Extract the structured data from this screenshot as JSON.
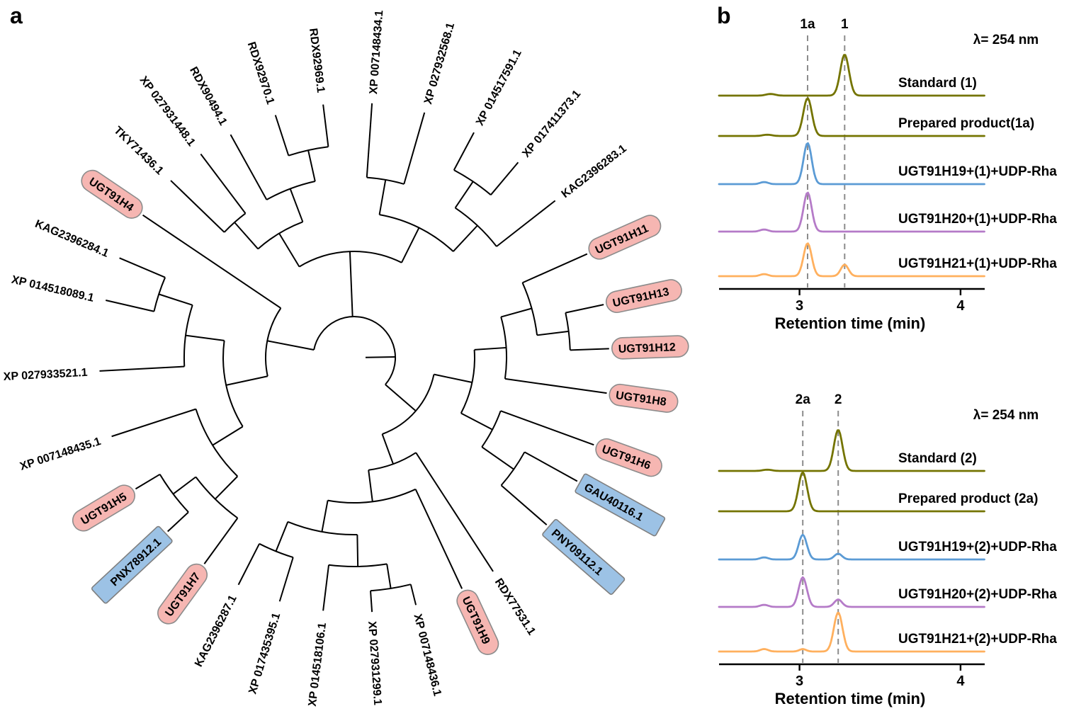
{
  "figure": {
    "panel_a_label": "a",
    "panel_b_label": "b"
  },
  "tree": {
    "highlight_styles": {
      "pink": {
        "fill": "#F6B6B2",
        "stroke": "#8C8C8C"
      },
      "blue": {
        "fill": "#9CC2E5",
        "stroke": "#7F7F7F"
      }
    },
    "leaves": [
      {
        "label": "UGT91H7",
        "angle": 126,
        "highlight": "pink"
      },
      {
        "label": "PNX78912.1",
        "angle": 137,
        "highlight": "blue"
      },
      {
        "label": "UGT91H5",
        "angle": 149,
        "highlight": "pink"
      },
      {
        "label": "XP 007148435.1",
        "angle": 162,
        "highlight": "none"
      },
      {
        "label": "XP 027933521.1",
        "angle": 177,
        "highlight": "none"
      },
      {
        "label": "XP 014518089.1",
        "angle": 193,
        "highlight": "none"
      },
      {
        "label": "KAG2396284.1",
        "angle": 203,
        "highlight": "none"
      },
      {
        "label": "UGT91H4",
        "angle": 214,
        "highlight": "pink"
      },
      {
        "label": "TKY71436.1",
        "angle": 224,
        "highlight": "none"
      },
      {
        "label": "XP 027931448.1",
        "angle": 233,
        "highlight": "none"
      },
      {
        "label": "RDX90494.1",
        "angle": 241,
        "highlight": "none"
      },
      {
        "label": "RDX92970.1",
        "angle": 252,
        "highlight": "none"
      },
      {
        "label": "RDX92969.1",
        "angle": 263,
        "highlight": "none"
      },
      {
        "label": "XP 007148434.1",
        "angle": 274,
        "highlight": "none"
      },
      {
        "label": "XP 027932568.1",
        "angle": 286,
        "highlight": "none"
      },
      {
        "label": "XP 014517591.1",
        "angle": 298,
        "highlight": "none"
      },
      {
        "label": "XP 017411373.1",
        "angle": 310,
        "highlight": "none"
      },
      {
        "label": "KAG2396283.1",
        "angle": 322,
        "highlight": "none"
      },
      {
        "label": "UGT91H11",
        "angle": 336,
        "highlight": "pink"
      },
      {
        "label": "UGT91H13",
        "angle": 348,
        "highlight": "pink"
      },
      {
        "label": "UGT91H12",
        "angle": 358,
        "highlight": "pink"
      },
      {
        "label": "UGT91H8",
        "angle": 368,
        "highlight": "pink"
      },
      {
        "label": "UGT91H6",
        "angle": 380,
        "highlight": "pink"
      },
      {
        "label": "GAU40116.1",
        "angle": 389,
        "highlight": "blue"
      },
      {
        "label": "PNY09112.1",
        "angle": 401,
        "highlight": "blue"
      },
      {
        "label": "RDX77531.1",
        "angle": 417,
        "highlight": "none"
      },
      {
        "label": "UGT91H9",
        "angle": 425,
        "highlight": "pink"
      },
      {
        "label": "XP 007148436.1",
        "angle": 436,
        "highlight": "none"
      },
      {
        "label": "XP 027931299.1",
        "angle": 446,
        "highlight": "none"
      },
      {
        "label": "XP 014518106.1",
        "angle": 457,
        "highlight": "none"
      },
      {
        "label": "XP 017435395.1",
        "angle": 467,
        "highlight": "none"
      },
      {
        "label": "KAG2396287.1",
        "angle": 477,
        "highlight": "none"
      }
    ]
  },
  "chart_data": [
    {
      "type": "line",
      "id": "chromatogram-1",
      "wavelength_label": "λ= 254 nm",
      "xlabel": "Retention time (min)",
      "xlim": [
        2.5,
        4.15
      ],
      "xticks": [
        3,
        4
      ],
      "peak_markers": [
        {
          "label": "1a",
          "x": 3.05
        },
        {
          "label": "1",
          "x": 3.28
        }
      ],
      "series": [
        {
          "name": "Standard (1)",
          "color": "#747400",
          "peaks": [
            {
              "x": 2.82,
              "h": 0.04,
              "w": 0.04
            },
            {
              "x": 3.28,
              "h": 1.0,
              "w": 0.038
            }
          ]
        },
        {
          "name": "Prepared product(1a)",
          "color": "#747400",
          "peaks": [
            {
              "x": 2.8,
              "h": 0.03,
              "w": 0.04
            },
            {
              "x": 3.05,
              "h": 0.92,
              "w": 0.038
            }
          ]
        },
        {
          "name": "UGT91H19+(1)+UDP-Rha",
          "color": "#5B9BD5",
          "peaks": [
            {
              "x": 2.78,
              "h": 0.05,
              "w": 0.035
            },
            {
              "x": 3.05,
              "h": 1.0,
              "w": 0.036
            }
          ]
        },
        {
          "name": "UGT91H20+(1)+UDP-Rha",
          "color": "#B57BC8",
          "peaks": [
            {
              "x": 2.78,
              "h": 0.05,
              "w": 0.035
            },
            {
              "x": 3.05,
              "h": 0.95,
              "w": 0.036
            }
          ]
        },
        {
          "name": "UGT91H21+(1)+UDP-Rha",
          "color": "#FFB05E",
          "peaks": [
            {
              "x": 2.78,
              "h": 0.05,
              "w": 0.035
            },
            {
              "x": 3.05,
              "h": 0.8,
              "w": 0.036
            },
            {
              "x": 3.28,
              "h": 0.28,
              "w": 0.034
            }
          ]
        }
      ]
    },
    {
      "type": "line",
      "id": "chromatogram-2",
      "wavelength_label": "λ= 254 nm",
      "xlabel": "Retention time (min)",
      "xlim": [
        2.5,
        4.15
      ],
      "xticks": [
        3,
        4
      ],
      "peak_markers": [
        {
          "label": "2a",
          "x": 3.02
        },
        {
          "label": "2",
          "x": 3.24
        }
      ],
      "series": [
        {
          "name": "Standard (2)",
          "color": "#747400",
          "peaks": [
            {
              "x": 2.8,
              "h": 0.03,
              "w": 0.04
            },
            {
              "x": 3.24,
              "h": 1.0,
              "w": 0.038
            }
          ]
        },
        {
          "name": "Prepared product (2a)",
          "color": "#747400",
          "peaks": [
            {
              "x": 3.02,
              "h": 0.95,
              "w": 0.038
            }
          ]
        },
        {
          "name": "UGT91H19+(2)+UDP-Rha",
          "color": "#5B9BD5",
          "peaks": [
            {
              "x": 2.78,
              "h": 0.05,
              "w": 0.035
            },
            {
              "x": 3.02,
              "h": 0.6,
              "w": 0.036
            },
            {
              "x": 3.24,
              "h": 0.14,
              "w": 0.034
            }
          ]
        },
        {
          "name": "UGT91H20+(2)+UDP-Rha",
          "color": "#B57BC8",
          "peaks": [
            {
              "x": 2.78,
              "h": 0.05,
              "w": 0.035
            },
            {
              "x": 3.02,
              "h": 0.72,
              "w": 0.036
            },
            {
              "x": 3.24,
              "h": 0.18,
              "w": 0.034
            }
          ]
        },
        {
          "name": "UGT91H21+(2)+UDP-Rha",
          "color": "#FFB05E",
          "peaks": [
            {
              "x": 2.78,
              "h": 0.06,
              "w": 0.035
            },
            {
              "x": 3.02,
              "h": 0.06,
              "w": 0.03
            },
            {
              "x": 3.24,
              "h": 0.95,
              "w": 0.038
            }
          ]
        }
      ]
    }
  ]
}
